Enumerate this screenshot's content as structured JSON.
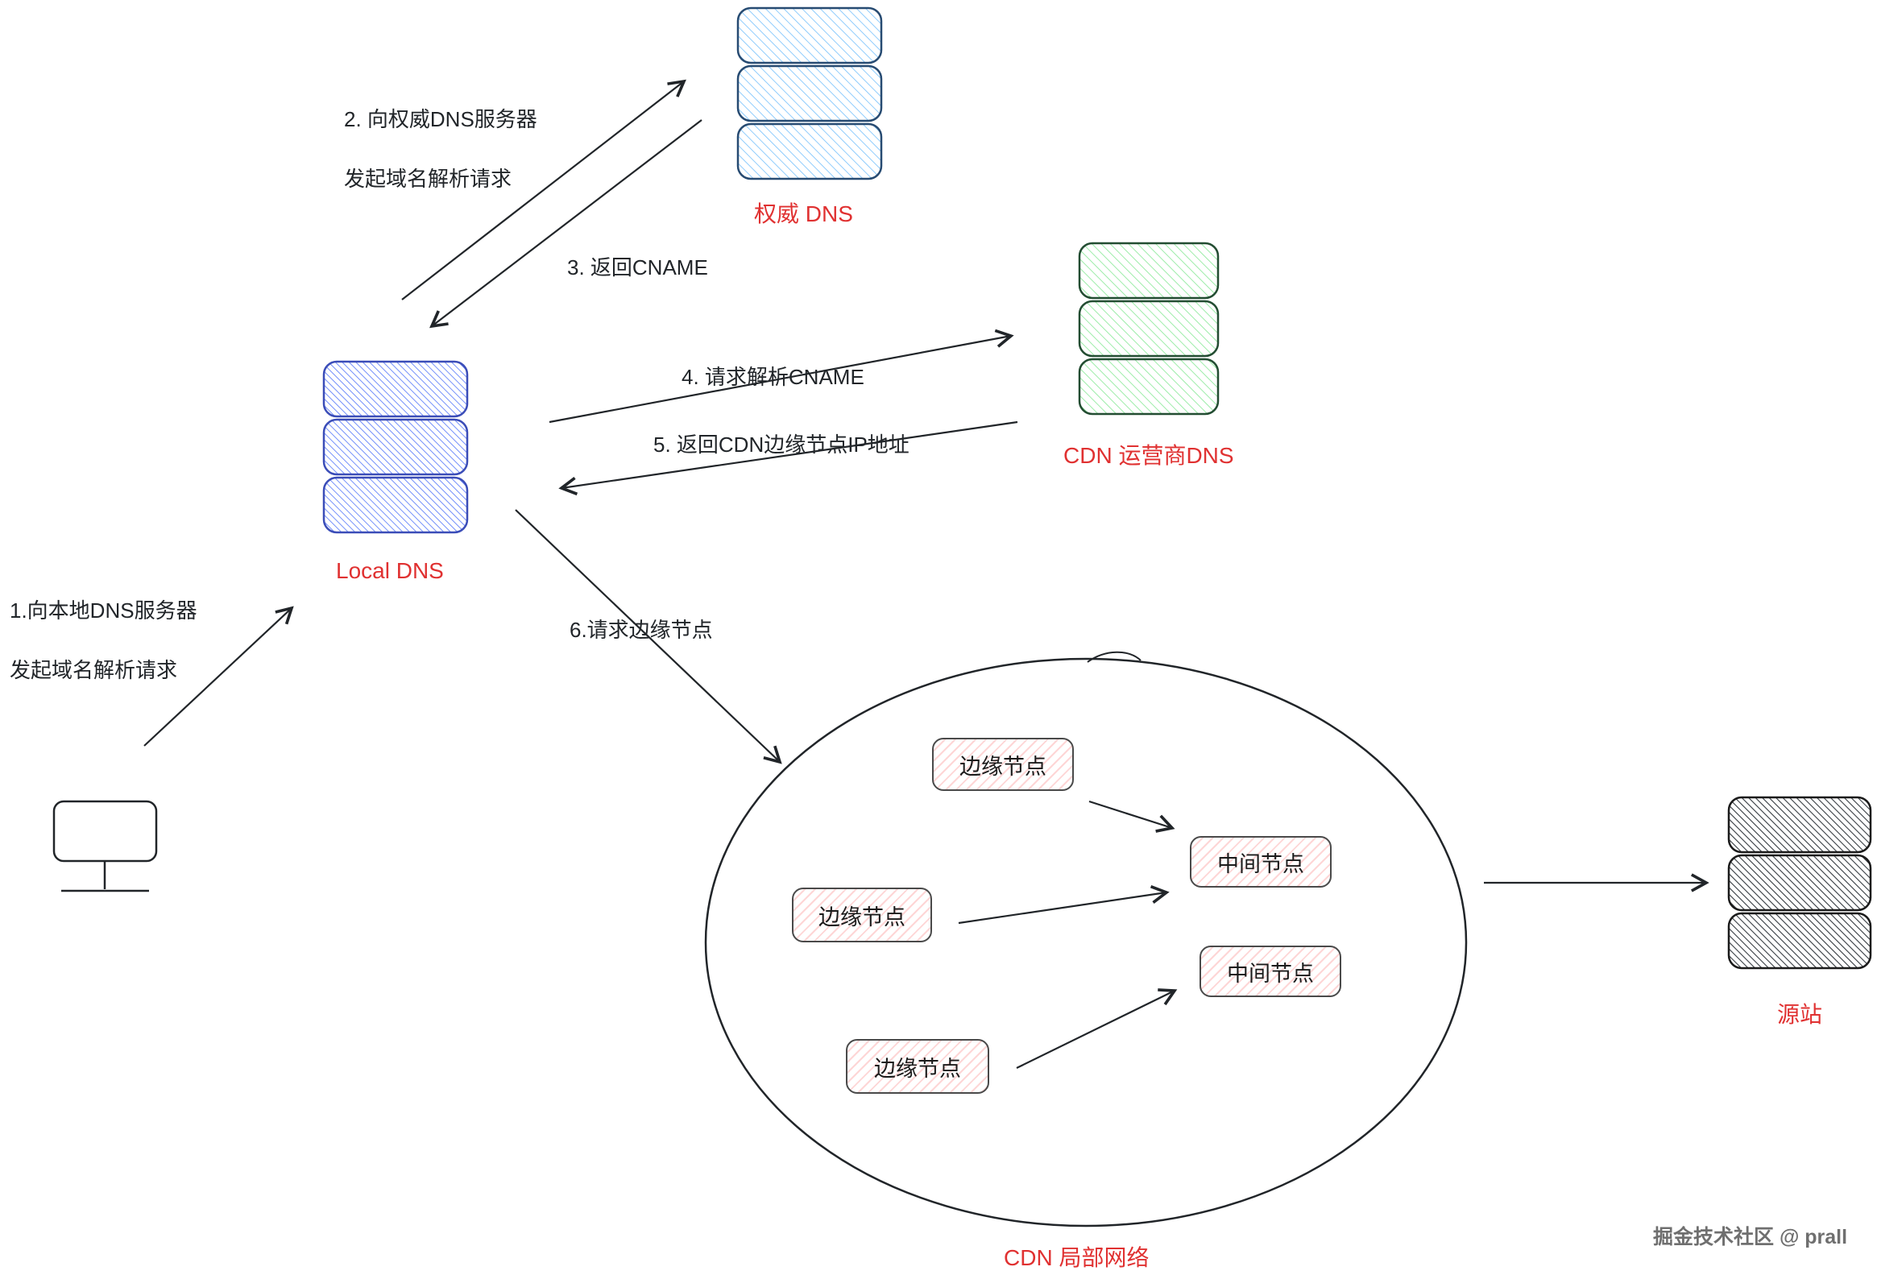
{
  "steps": {
    "step1_line1": "1.向本地DNS服务器",
    "step1_line2": "发起域名解析请求",
    "step2_line1": "2. 向权威DNS服务器",
    "step2_line2": "发起域名解析请求",
    "step3": "3. 返回CNAME",
    "step4": "4. 请求解析CNAME",
    "step5": "5. 返回CDN边缘节点IP地址",
    "step6": "6.请求边缘节点"
  },
  "nodes": {
    "auth_dns": "权威 DNS",
    "local_dns": "Local DNS",
    "cdn_dns": "CDN 运营商DNS",
    "origin": "源站",
    "cdn_network": "CDN 局部网络",
    "edge_node": "边缘节点",
    "mid_node": "中间节点"
  },
  "watermark": "掘金技术社区 @ prall",
  "colors": {
    "label_red": "#e03131",
    "text_dark": "#212529",
    "auth_hatch": "#74c0fc",
    "local_hatch": "#5c7cfa",
    "cdn_hatch": "#8ce99a",
    "origin_hatch": "#343a40",
    "node_hatch": "#fa7878"
  }
}
